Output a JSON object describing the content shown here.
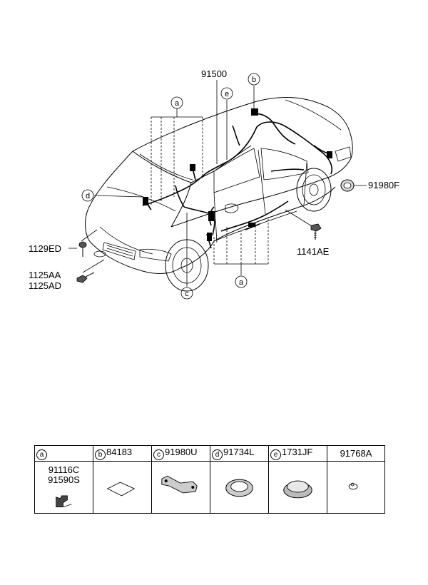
{
  "diagram": {
    "callouts": {
      "main_harness": "91500",
      "grommet_rear": "91980F",
      "screw_front": "1129ED",
      "bolt_front_1": "1125AA",
      "bolt_front_2": "1125AD",
      "bolt_side": "1141AE"
    },
    "ref_circles": {
      "a_top": "a",
      "a_bottom": "a",
      "b": "b",
      "c": "c",
      "d": "d",
      "e": "e"
    }
  },
  "parts_table": {
    "columns": [
      {
        "letter": "a",
        "code": "",
        "codes": [
          "91116C",
          "91590S"
        ]
      },
      {
        "letter": "b",
        "code": "84183",
        "codes": []
      },
      {
        "letter": "c",
        "code": "91980U",
        "codes": []
      },
      {
        "letter": "d",
        "code": "91734L",
        "codes": []
      },
      {
        "letter": "e",
        "code": "1731JF",
        "codes": []
      },
      {
        "letter": "",
        "code": "91768A",
        "codes": []
      }
    ]
  }
}
